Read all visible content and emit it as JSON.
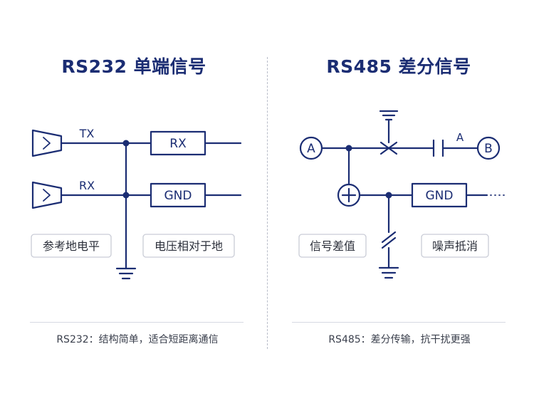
{
  "left": {
    "title": "RS232 单端信号",
    "signals": [
      "TX",
      "RX"
    ],
    "boxes": [
      "RX",
      "GND"
    ],
    "label_reference": "参考地电平",
    "label_relative": "电压相对于地",
    "caption": "RS232：结构简单，适合短距离通信"
  },
  "right": {
    "title": "RS485 差分信号",
    "node_a": "A",
    "node_b": "B",
    "line_label": "A",
    "box_gnd": "GND",
    "label_diff": "信号差值",
    "label_noise": "噪声抵消",
    "caption": "RS485：差分传输，抗干扰更强"
  },
  "colors": {
    "line": "#1b2d73",
    "title": "#1b2d73",
    "label_border": "#c9ccd6",
    "caption": "#3a3f4c"
  },
  "icons": [
    "driver-triangle-icon",
    "ground-icon",
    "plus-circle-icon",
    "capacitor-icon",
    "switch-icon"
  ]
}
